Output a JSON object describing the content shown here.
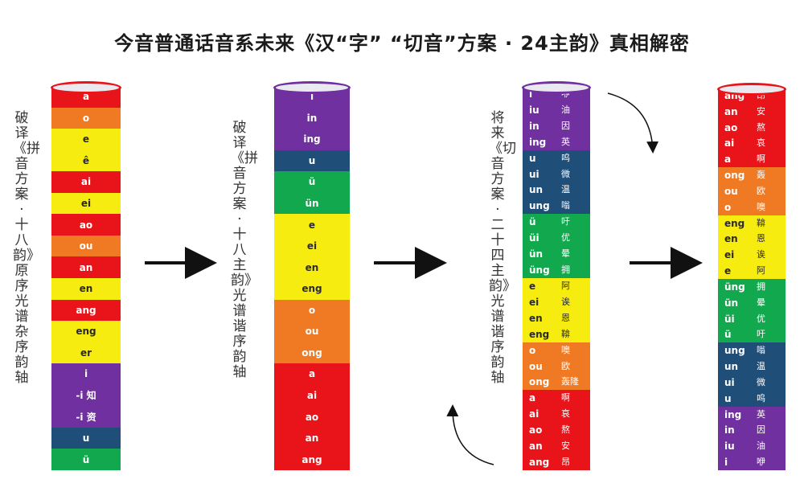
{
  "title": "今音普通话音系未来《汉“字” “切音”方案 · 24主韵》真相解密",
  "captions": {
    "c1": "破译《拼音方案·十八韵》原序光谱杂序韵轴",
    "c2": "破译《拼音方案·十八主韵》光谱谐序韵轴",
    "c3": "将来《切音方案·二十四主韵》光谱谐序韵轴"
  },
  "colors": {
    "red": "#e8141a",
    "orange": "#f07a24",
    "yellow": "#f7ec10",
    "green": "#12a84e",
    "navy": "#1f4e79",
    "purple": "#7030a0"
  },
  "columns": [
    {
      "name": "col1",
      "bands": [
        {
          "color": "red",
          "rows": [
            {
              "a": "a"
            }
          ]
        },
        {
          "color": "orange",
          "rows": [
            {
              "a": "o"
            }
          ]
        },
        {
          "color": "yellow",
          "rows": [
            {
              "a": "e"
            },
            {
              "a": "ê"
            }
          ]
        },
        {
          "color": "red",
          "rows": [
            {
              "a": "ai"
            }
          ]
        },
        {
          "color": "yellow",
          "rows": [
            {
              "a": "ei"
            }
          ]
        },
        {
          "color": "red",
          "rows": [
            {
              "a": "ao"
            }
          ]
        },
        {
          "color": "orange",
          "rows": [
            {
              "a": "ou"
            }
          ]
        },
        {
          "color": "red",
          "rows": [
            {
              "a": "an"
            }
          ]
        },
        {
          "color": "yellow",
          "rows": [
            {
              "a": "en"
            }
          ]
        },
        {
          "color": "red",
          "rows": [
            {
              "a": "ang"
            }
          ]
        },
        {
          "color": "yellow",
          "rows": [
            {
              "a": "eng"
            },
            {
              "a": "er"
            }
          ]
        },
        {
          "color": "purple",
          "rows": [
            {
              "a": "i"
            },
            {
              "a": "-i 知"
            },
            {
              "a": "-i 资"
            }
          ]
        },
        {
          "color": "navy",
          "rows": [
            {
              "a": "u"
            }
          ]
        },
        {
          "color": "green",
          "rows": [
            {
              "a": "ü"
            }
          ]
        }
      ]
    },
    {
      "name": "col2",
      "bands": [
        {
          "color": "purple",
          "rows": [
            {
              "a": "i"
            },
            {
              "a": "in"
            },
            {
              "a": "ing"
            }
          ]
        },
        {
          "color": "navy",
          "rows": [
            {
              "a": "u"
            }
          ]
        },
        {
          "color": "green",
          "rows": [
            {
              "a": "ü"
            },
            {
              "a": "ün"
            }
          ]
        },
        {
          "color": "yellow",
          "rows": [
            {
              "a": "e"
            },
            {
              "a": "ei"
            },
            {
              "a": "en"
            },
            {
              "a": "eng"
            }
          ]
        },
        {
          "color": "orange",
          "rows": [
            {
              "a": "o"
            },
            {
              "a": "ou"
            },
            {
              "a": "ong"
            }
          ]
        },
        {
          "color": "red",
          "rows": [
            {
              "a": "a"
            },
            {
              "a": "ai"
            },
            {
              "a": "ao"
            },
            {
              "a": "an"
            },
            {
              "a": "ang"
            }
          ]
        }
      ]
    },
    {
      "name": "col3",
      "bands": [
        {
          "color": "purple",
          "rows": [
            {
              "a": "i",
              "b": "咿"
            },
            {
              "a": "iu",
              "b": "油"
            },
            {
              "a": "in",
              "b": "因"
            },
            {
              "a": "ing",
              "b": "英"
            }
          ]
        },
        {
          "color": "navy",
          "rows": [
            {
              "a": "u",
              "b": "呜"
            },
            {
              "a": "ui",
              "b": "微"
            },
            {
              "a": "un",
              "b": "温"
            },
            {
              "a": "ung",
              "b": "嗡"
            }
          ]
        },
        {
          "color": "green",
          "rows": [
            {
              "a": "ü",
              "b": "吁"
            },
            {
              "a": "üi",
              "b": "优"
            },
            {
              "a": "ün",
              "b": "晕"
            },
            {
              "a": "üng",
              "b": "拥"
            }
          ]
        },
        {
          "color": "yellow",
          "rows": [
            {
              "a": "e",
              "b": "阿"
            },
            {
              "a": "ei",
              "b": "诶"
            },
            {
              "a": "en",
              "b": "恩"
            },
            {
              "a": "eng",
              "b": "鞥"
            }
          ]
        },
        {
          "color": "orange",
          "rows": [
            {
              "a": "o",
              "b": "噢"
            },
            {
              "a": "ou",
              "b": "欧"
            },
            {
              "a": "ong",
              "b": "轰隆"
            }
          ]
        },
        {
          "color": "red",
          "rows": [
            {
              "a": "a",
              "b": "啊"
            },
            {
              "a": "ai",
              "b": "哀"
            },
            {
              "a": "ao",
              "b": "熬"
            },
            {
              "a": "an",
              "b": "安"
            },
            {
              "a": "ang",
              "b": "昂"
            }
          ]
        }
      ]
    },
    {
      "name": "col4",
      "bands": [
        {
          "color": "red",
          "rows": [
            {
              "a": "ang",
              "b": "昂"
            },
            {
              "a": "an",
              "b": "安"
            },
            {
              "a": "ao",
              "b": "熬"
            },
            {
              "a": "ai",
              "b": "哀"
            },
            {
              "a": "a",
              "b": "啊"
            }
          ]
        },
        {
          "color": "orange",
          "rows": [
            {
              "a": "ong",
              "b": "轰"
            },
            {
              "a": "ou",
              "b": "欧"
            },
            {
              "a": "o",
              "b": "噢"
            }
          ]
        },
        {
          "color": "yellow",
          "rows": [
            {
              "a": "eng",
              "b": "鞥"
            },
            {
              "a": "en",
              "b": "恩"
            },
            {
              "a": "ei",
              "b": "诶"
            },
            {
              "a": "e",
              "b": "阿"
            }
          ]
        },
        {
          "color": "green",
          "rows": [
            {
              "a": "üng",
              "b": "拥"
            },
            {
              "a": "ün",
              "b": "晕"
            },
            {
              "a": "üi",
              "b": "优"
            },
            {
              "a": "ü",
              "b": "吁"
            }
          ]
        },
        {
          "color": "navy",
          "rows": [
            {
              "a": "ung",
              "b": "嗡"
            },
            {
              "a": "un",
              "b": "温"
            },
            {
              "a": "ui",
              "b": "微"
            },
            {
              "a": "u",
              "b": "呜"
            }
          ]
        },
        {
          "color": "purple",
          "rows": [
            {
              "a": "ing",
              "b": "英"
            },
            {
              "a": "in",
              "b": "因"
            },
            {
              "a": "iu",
              "b": "油"
            },
            {
              "a": "i",
              "b": "咿"
            }
          ]
        }
      ]
    }
  ]
}
